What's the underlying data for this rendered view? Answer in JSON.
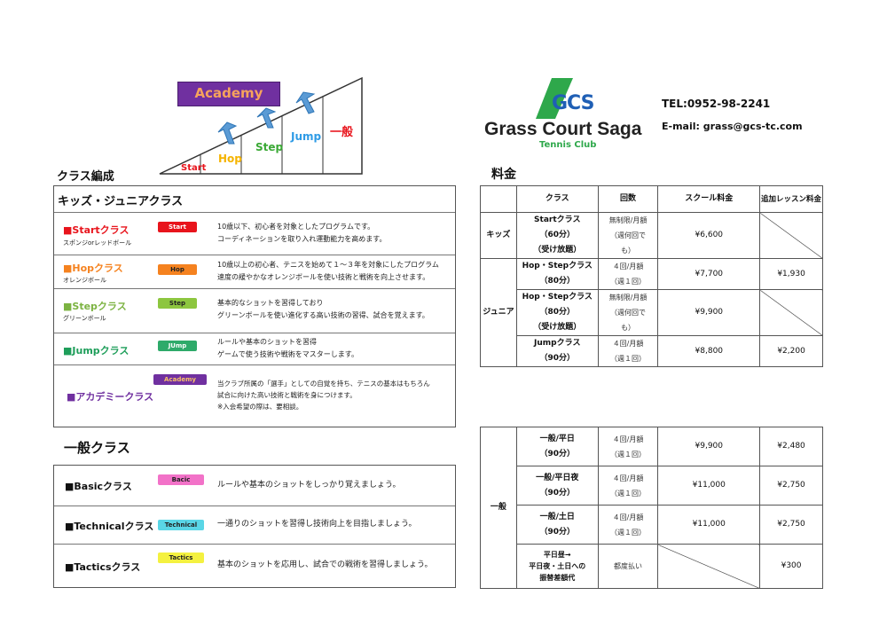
{
  "diagram": {
    "academy": "Academy",
    "levels": [
      "Start",
      "Hop",
      "Step",
      "Jump",
      "一般"
    ]
  },
  "logo": {
    "gcs": "GCS",
    "name": "Grass Court Saga",
    "sub": "Tennis Club"
  },
  "contact": {
    "tel": "TEL:0952-98-2241",
    "email": "E-mail: grass@gcs-tc.com"
  },
  "class_section": {
    "title": "クラス編成",
    "kids": {
      "header": "キッズ・ジュニアクラス",
      "rows": [
        {
          "name": "■Startクラス",
          "sub": "スポンジorレッドボール",
          "badge": "Start",
          "badge_color": "#e8141c",
          "name_color": "#e8141c",
          "desc1": "10歳以下、初心者を対象としたプログラムです。",
          "desc2": "コーディネーションを取り入れ運動能力を高めます。",
          "desc3": ""
        },
        {
          "name": "■Hopクラス",
          "sub": "オレンジボール",
          "badge": "Hop",
          "badge_color": "#f5821f",
          "name_color": "#f5821f",
          "desc1": "10歳以上の初心者、テニスを始めて１～３年を対象にしたプログラム",
          "desc2": "速度の緩やかなオレンジボールを使い技術と戦術を向上させます。",
          "desc3": ""
        },
        {
          "name": "■Stepクラス",
          "sub": "グリーンボール",
          "badge": "Step",
          "badge_color": "#8dc63f",
          "name_color": "#7cb342",
          "desc1": "基本的なショットを習得しており",
          "desc2": "グリーンボールを使い進化する高い技術の習得、試合を覚えます。",
          "desc3": ""
        },
        {
          "name": "■Jumpクラス",
          "sub": "",
          "badge": "JUmp",
          "badge_color": "#2eaa6a",
          "name_color": "#1e9e5a",
          "desc1": "ルールや基本のショットを習得",
          "desc2": "ゲームで使う技術や戦術をマスターします。",
          "desc3": ""
        },
        {
          "name": "■アカデミークラス",
          "sub": "",
          "badge": "Academy",
          "badge_color": "#7030a0",
          "name_color": "#7030a0",
          "desc1": "当クラブ所属の「選手」としての自覚を持ち、テニスの基本はもちろん",
          "desc2": "試合に向けた高い技術と戦術を身につけます。",
          "desc3": "※入会希望の際は、要相談。"
        }
      ]
    },
    "general": {
      "header": "一般クラス",
      "rows": [
        {
          "name": "■Basicクラス",
          "badge": "Bacic",
          "badge_color": "#f272c8",
          "desc": "ルールや基本のショットをしっかり覚えましょう。"
        },
        {
          "name": "■Technicalクラス",
          "badge": "Technical",
          "badge_color": "#5ad6e6",
          "desc": "一通りのショットを習得し技術向上を目指しましょう。"
        },
        {
          "name": "■Tacticsクラス",
          "badge": "Tactics",
          "badge_color": "#f4f140",
          "desc": "基本のショットを応用し、試合での戦術を習得しましょう。"
        }
      ]
    }
  },
  "fees": {
    "title": "料金",
    "headers": [
      "クラス",
      "回数",
      "スクール料金",
      "追加レッスン料金"
    ],
    "kids_label": "キッズ",
    "junior_label": "ジュニア",
    "general_label": "一般",
    "rows": [
      {
        "class": [
          "Startクラス",
          "（60分）",
          "（受け放題）"
        ],
        "count": [
          "無制限/月額",
          "（週何回で",
          "も）"
        ],
        "fee": "¥6,600",
        "extra": ""
      },
      {
        "class": [
          "Hop・Stepクラス",
          "（80分）"
        ],
        "count": [
          "４回/月額",
          "（週１回）"
        ],
        "fee": "¥7,700",
        "extra": "¥1,930"
      },
      {
        "class": [
          "Hop・Stepクラス",
          "（80分）",
          "（受け放題）"
        ],
        "count": [
          "無制限/月額",
          "（週何回で",
          "も）"
        ],
        "fee": "¥9,900",
        "extra": ""
      },
      {
        "class": [
          "Jumpクラス",
          "（90分）"
        ],
        "count": [
          "４回/月額",
          "（週１回）"
        ],
        "fee": "¥8,800",
        "extra": "¥2,200"
      }
    ],
    "general_rows": [
      {
        "class": [
          "一般/平日",
          "（90分）"
        ],
        "count": [
          "４回/月額",
          "（週１回）"
        ],
        "fee": "¥9,900",
        "extra": "¥2,480"
      },
      {
        "class": [
          "一般/平日夜",
          "（90分）"
        ],
        "count": [
          "４回/月額",
          "（週１回）"
        ],
        "fee": "¥11,000",
        "extra": "¥2,750"
      },
      {
        "class": [
          "一般/土日",
          "（90分）"
        ],
        "count": [
          "４回/月額",
          "（週１回）"
        ],
        "fee": "¥11,000",
        "extra": "¥2,750"
      },
      {
        "class": [
          "平日昼→",
          "平日夜・土日への",
          "振替差額代"
        ],
        "count": [
          "都度払い"
        ],
        "fee": "",
        "extra": "¥300"
      }
    ]
  }
}
